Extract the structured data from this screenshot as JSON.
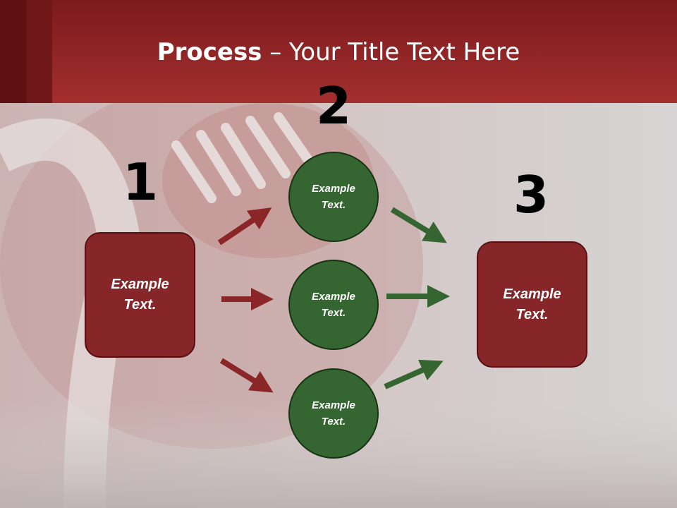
{
  "title": {
    "bold": "Process",
    "rest": " – Your Title Text Here"
  },
  "steps": {
    "step1": {
      "number": "1",
      "text": "Example Text."
    },
    "step2": {
      "number": "2",
      "circles": [
        {
          "text": "Example Text."
        },
        {
          "text": "Example Text."
        },
        {
          "text": "Example Text."
        }
      ]
    },
    "step3": {
      "number": "3",
      "text": "Example Text."
    }
  },
  "colors": {
    "header": "#a42f2f",
    "box_fill": "#862628",
    "circle_fill": "#356531",
    "arrow_red": "#8b2628",
    "arrow_green": "#356531"
  }
}
